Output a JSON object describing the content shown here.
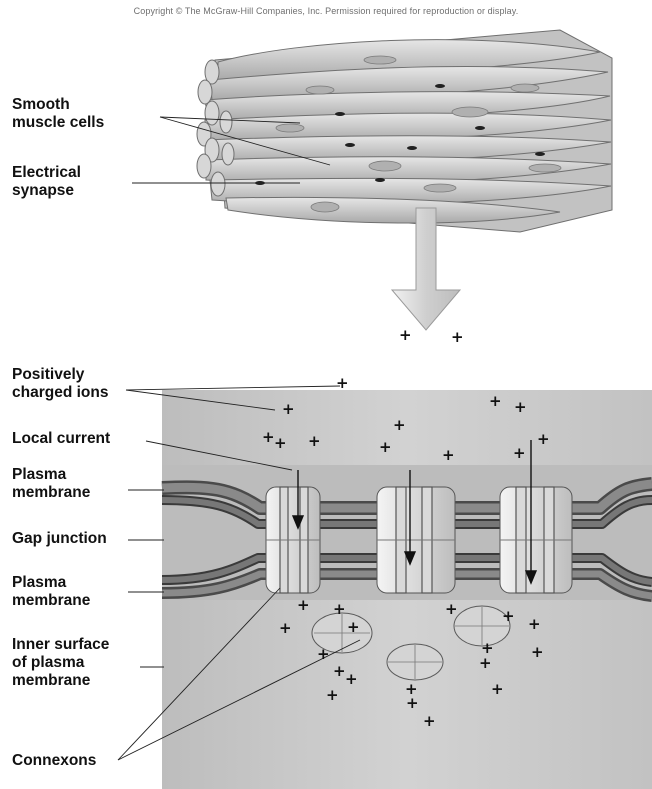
{
  "copyright": "Copyright © The McGraw-Hill Companies, Inc. Permission required for reproduction or display.",
  "labels": {
    "smooth_muscle_cells": [
      "Smooth",
      "muscle cells"
    ],
    "electrical_synapse": [
      "Electrical",
      "synapse"
    ],
    "positively_charged_ions": [
      "Positively",
      "charged ions"
    ],
    "local_current": "Local current",
    "plasma_membrane_top": [
      "Plasma",
      "membrane"
    ],
    "gap_junction": "Gap junction",
    "plasma_membrane_bottom": [
      "Plasma",
      "membrane"
    ],
    "inner_surface": [
      "Inner surface",
      "of plasma",
      "membrane"
    ],
    "connexons": "Connexons"
  },
  "ion_symbol": "+",
  "colors": {
    "cell_fill": "#cfcfcf",
    "tissue_block": "#c4c4c4",
    "membrane_band": "#7d7d7d",
    "arrow_fill": "#d9d9d9",
    "label_text": "#111111"
  }
}
